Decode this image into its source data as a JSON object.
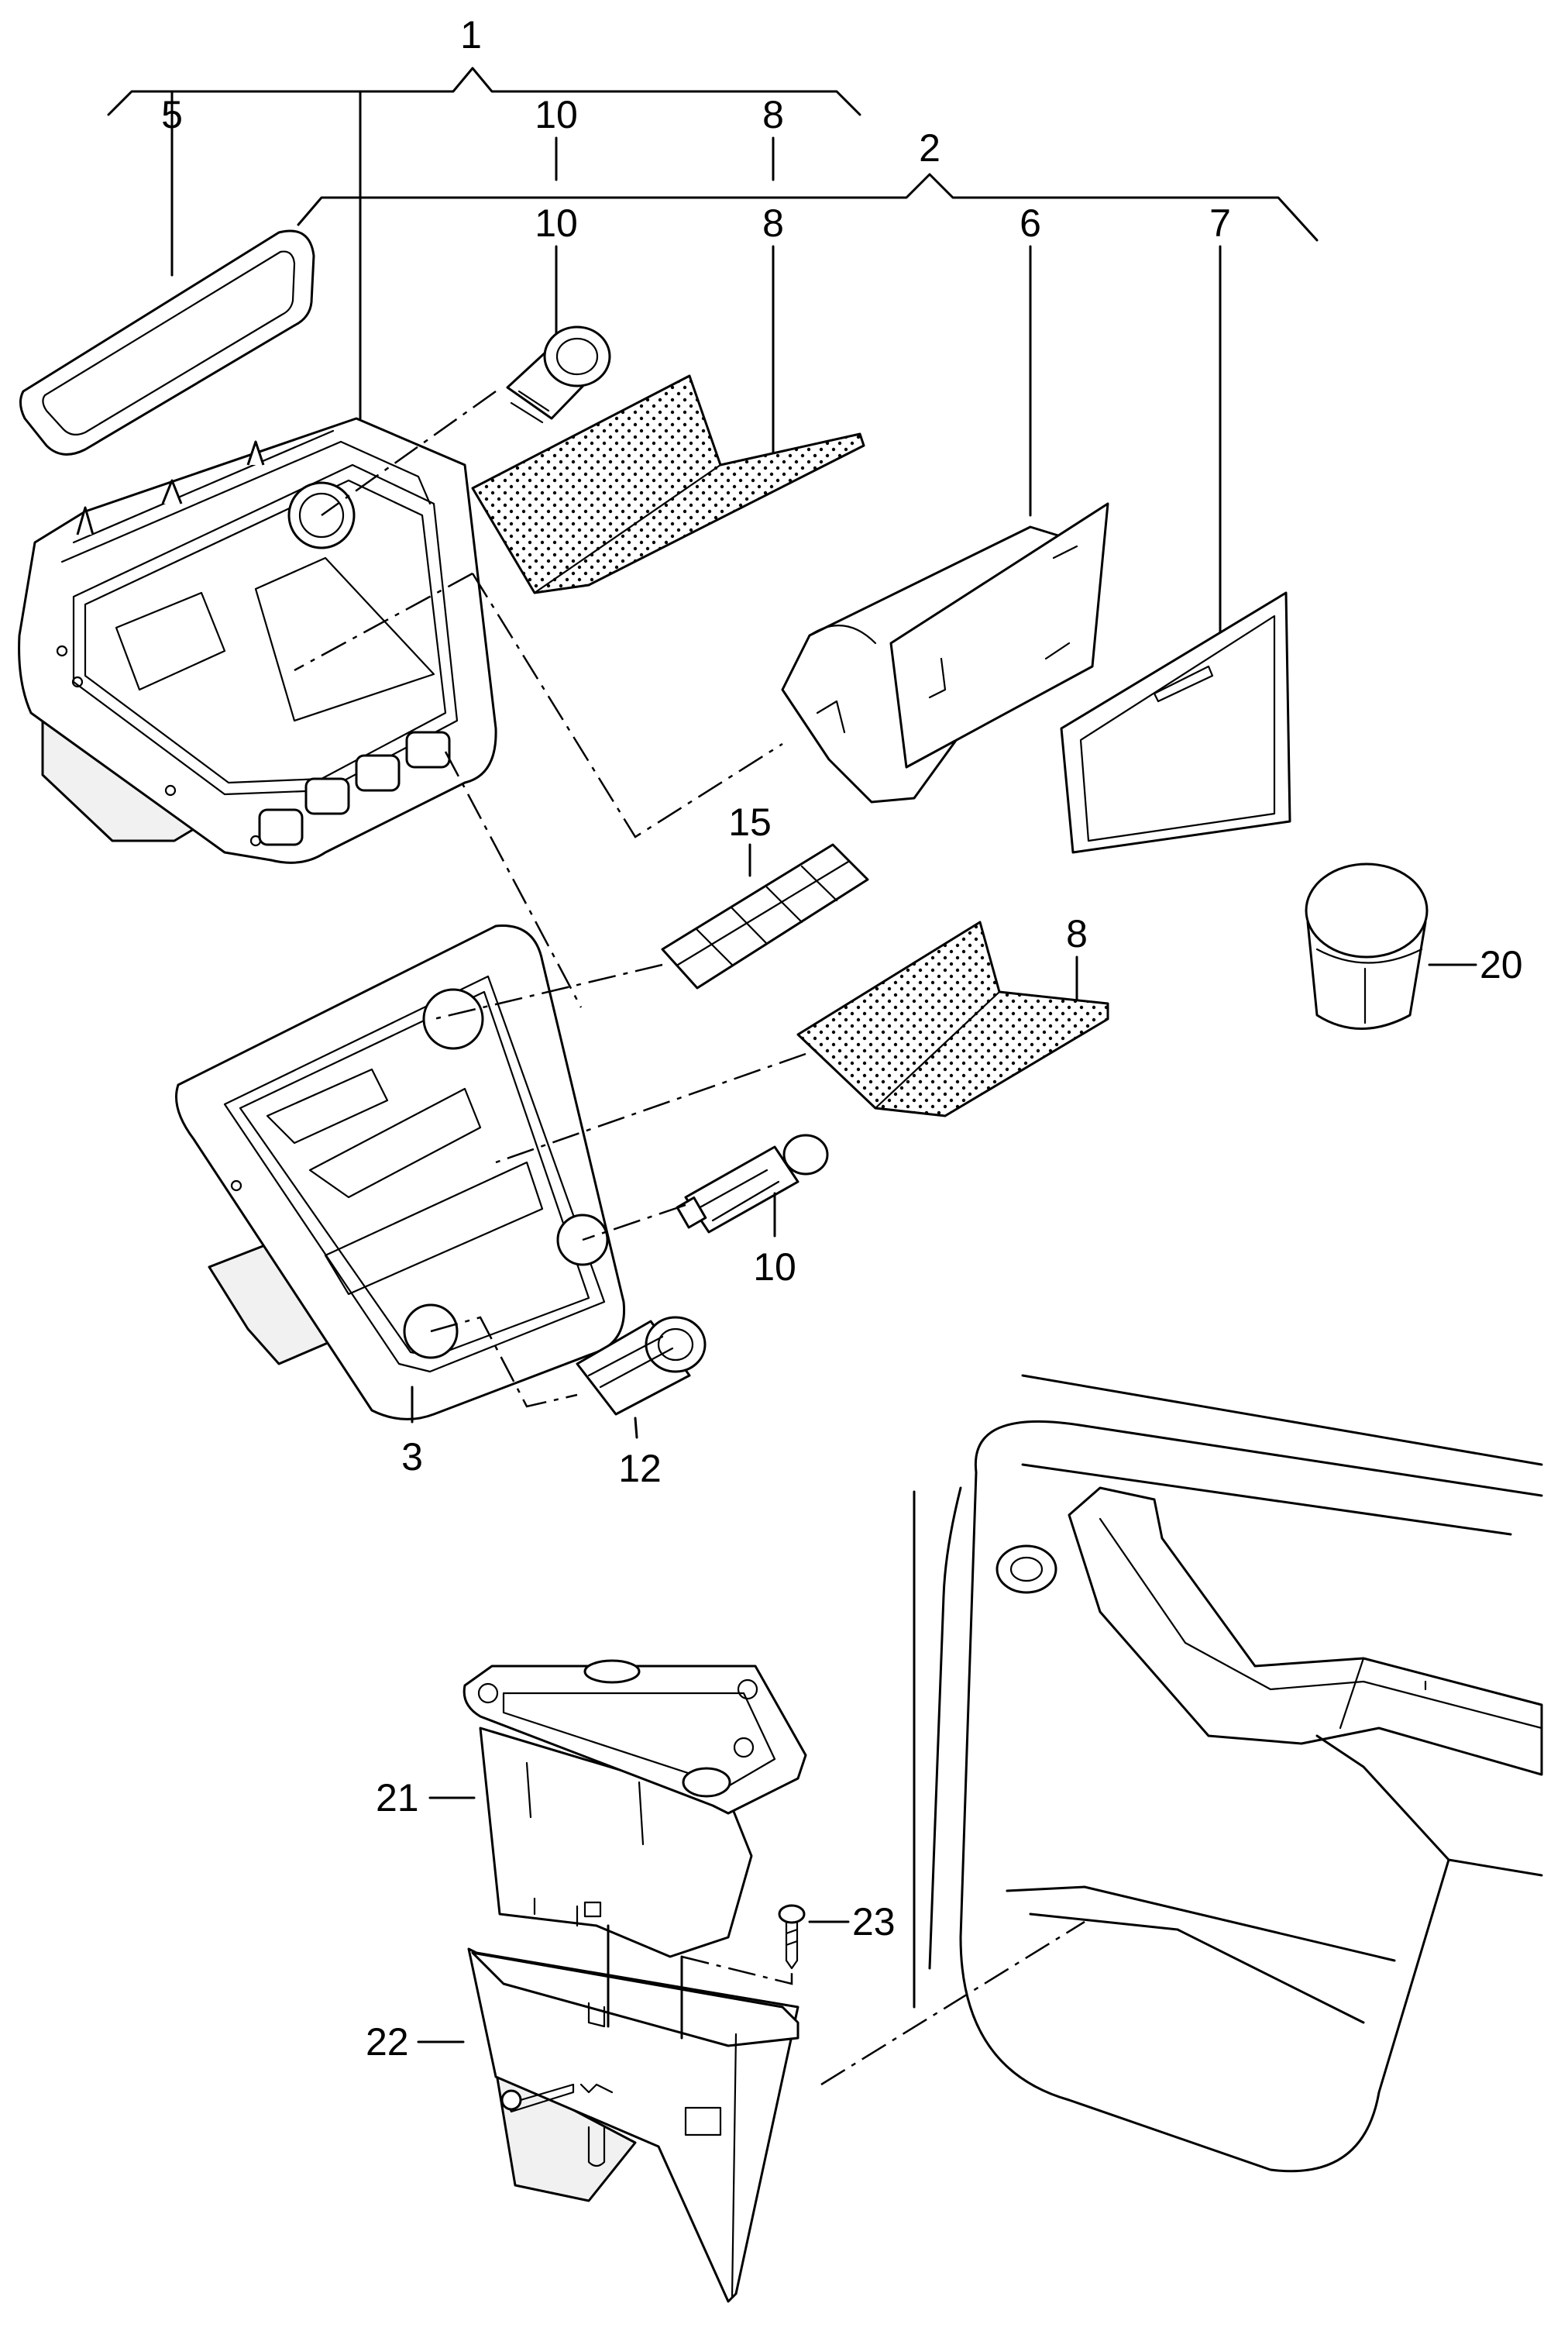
{
  "callouts": {
    "c1": "1",
    "c2": "2",
    "c3": "3",
    "c5": "5",
    "c6": "6",
    "c7": "7",
    "c8a": "8",
    "c8b": "8",
    "c8c": "8",
    "c10a": "10",
    "c10b": "10",
    "c10c": "10",
    "c12": "12",
    "c15": "15",
    "c20": "20",
    "c21": "21",
    "c22": "22",
    "c23": "23"
  },
  "colors": {
    "line": "#000000",
    "background": "#ffffff"
  }
}
